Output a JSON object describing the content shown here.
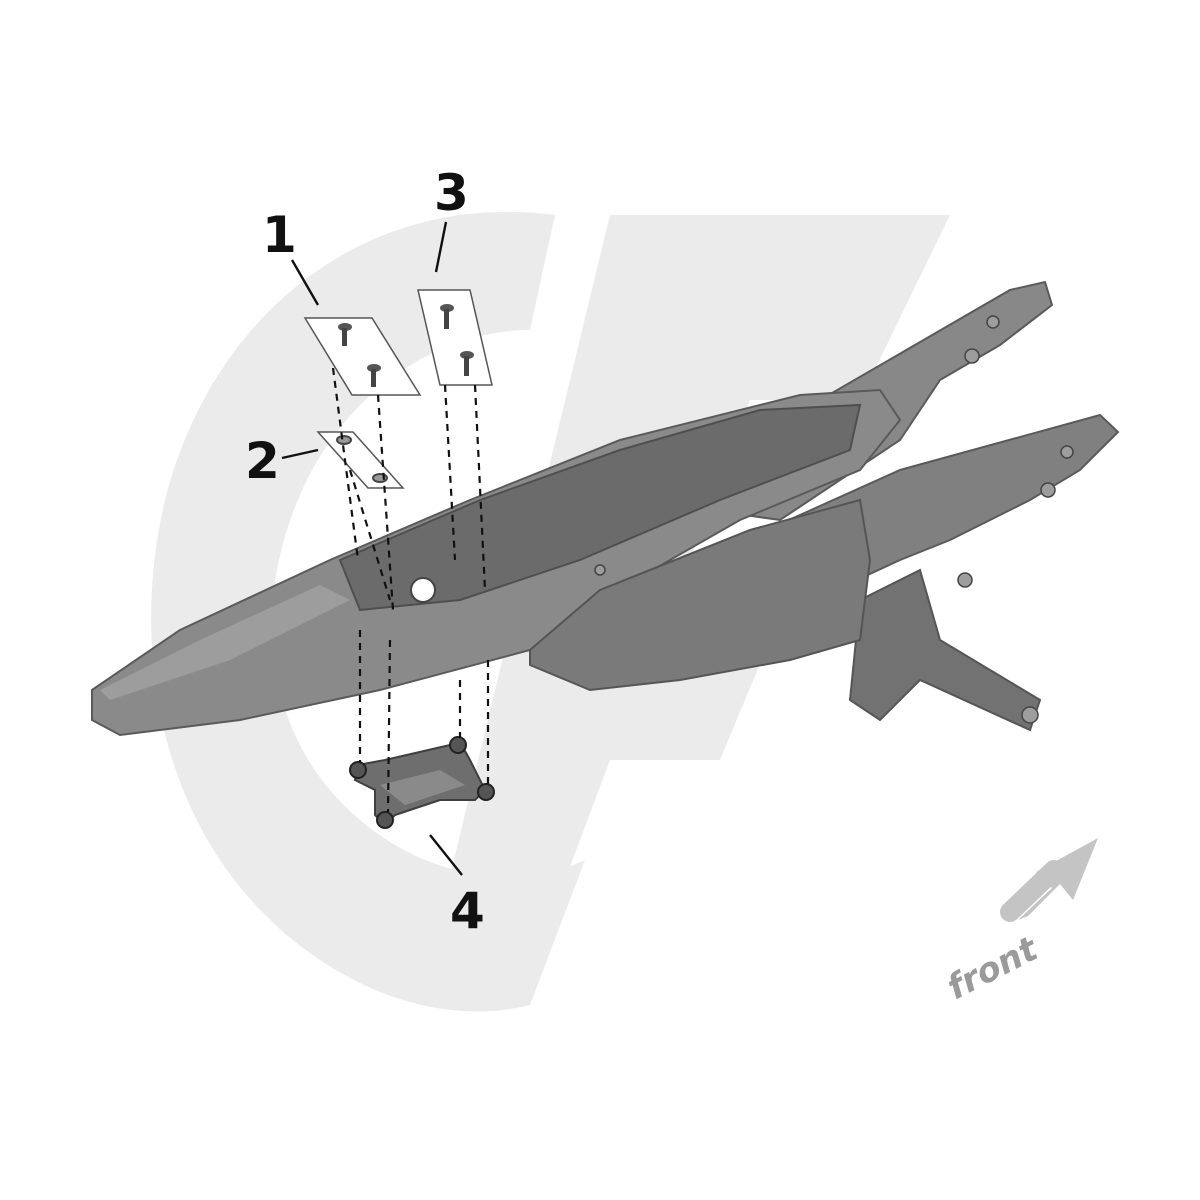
{
  "callouts": {
    "c1": "1",
    "c2": "2",
    "c3": "3",
    "c4": "4"
  },
  "direction_label": "front",
  "colors": {
    "watermark": "#ebebeb",
    "part_body": "#7d7d7d",
    "part_light": "#9b9b9b",
    "part_dark": "#585858",
    "arrow": "#c4c4c4",
    "label_text": "#111111"
  },
  "icons": {
    "watermark_logo": "cf-logo-watermark",
    "direction": "front-arrow-icon"
  }
}
